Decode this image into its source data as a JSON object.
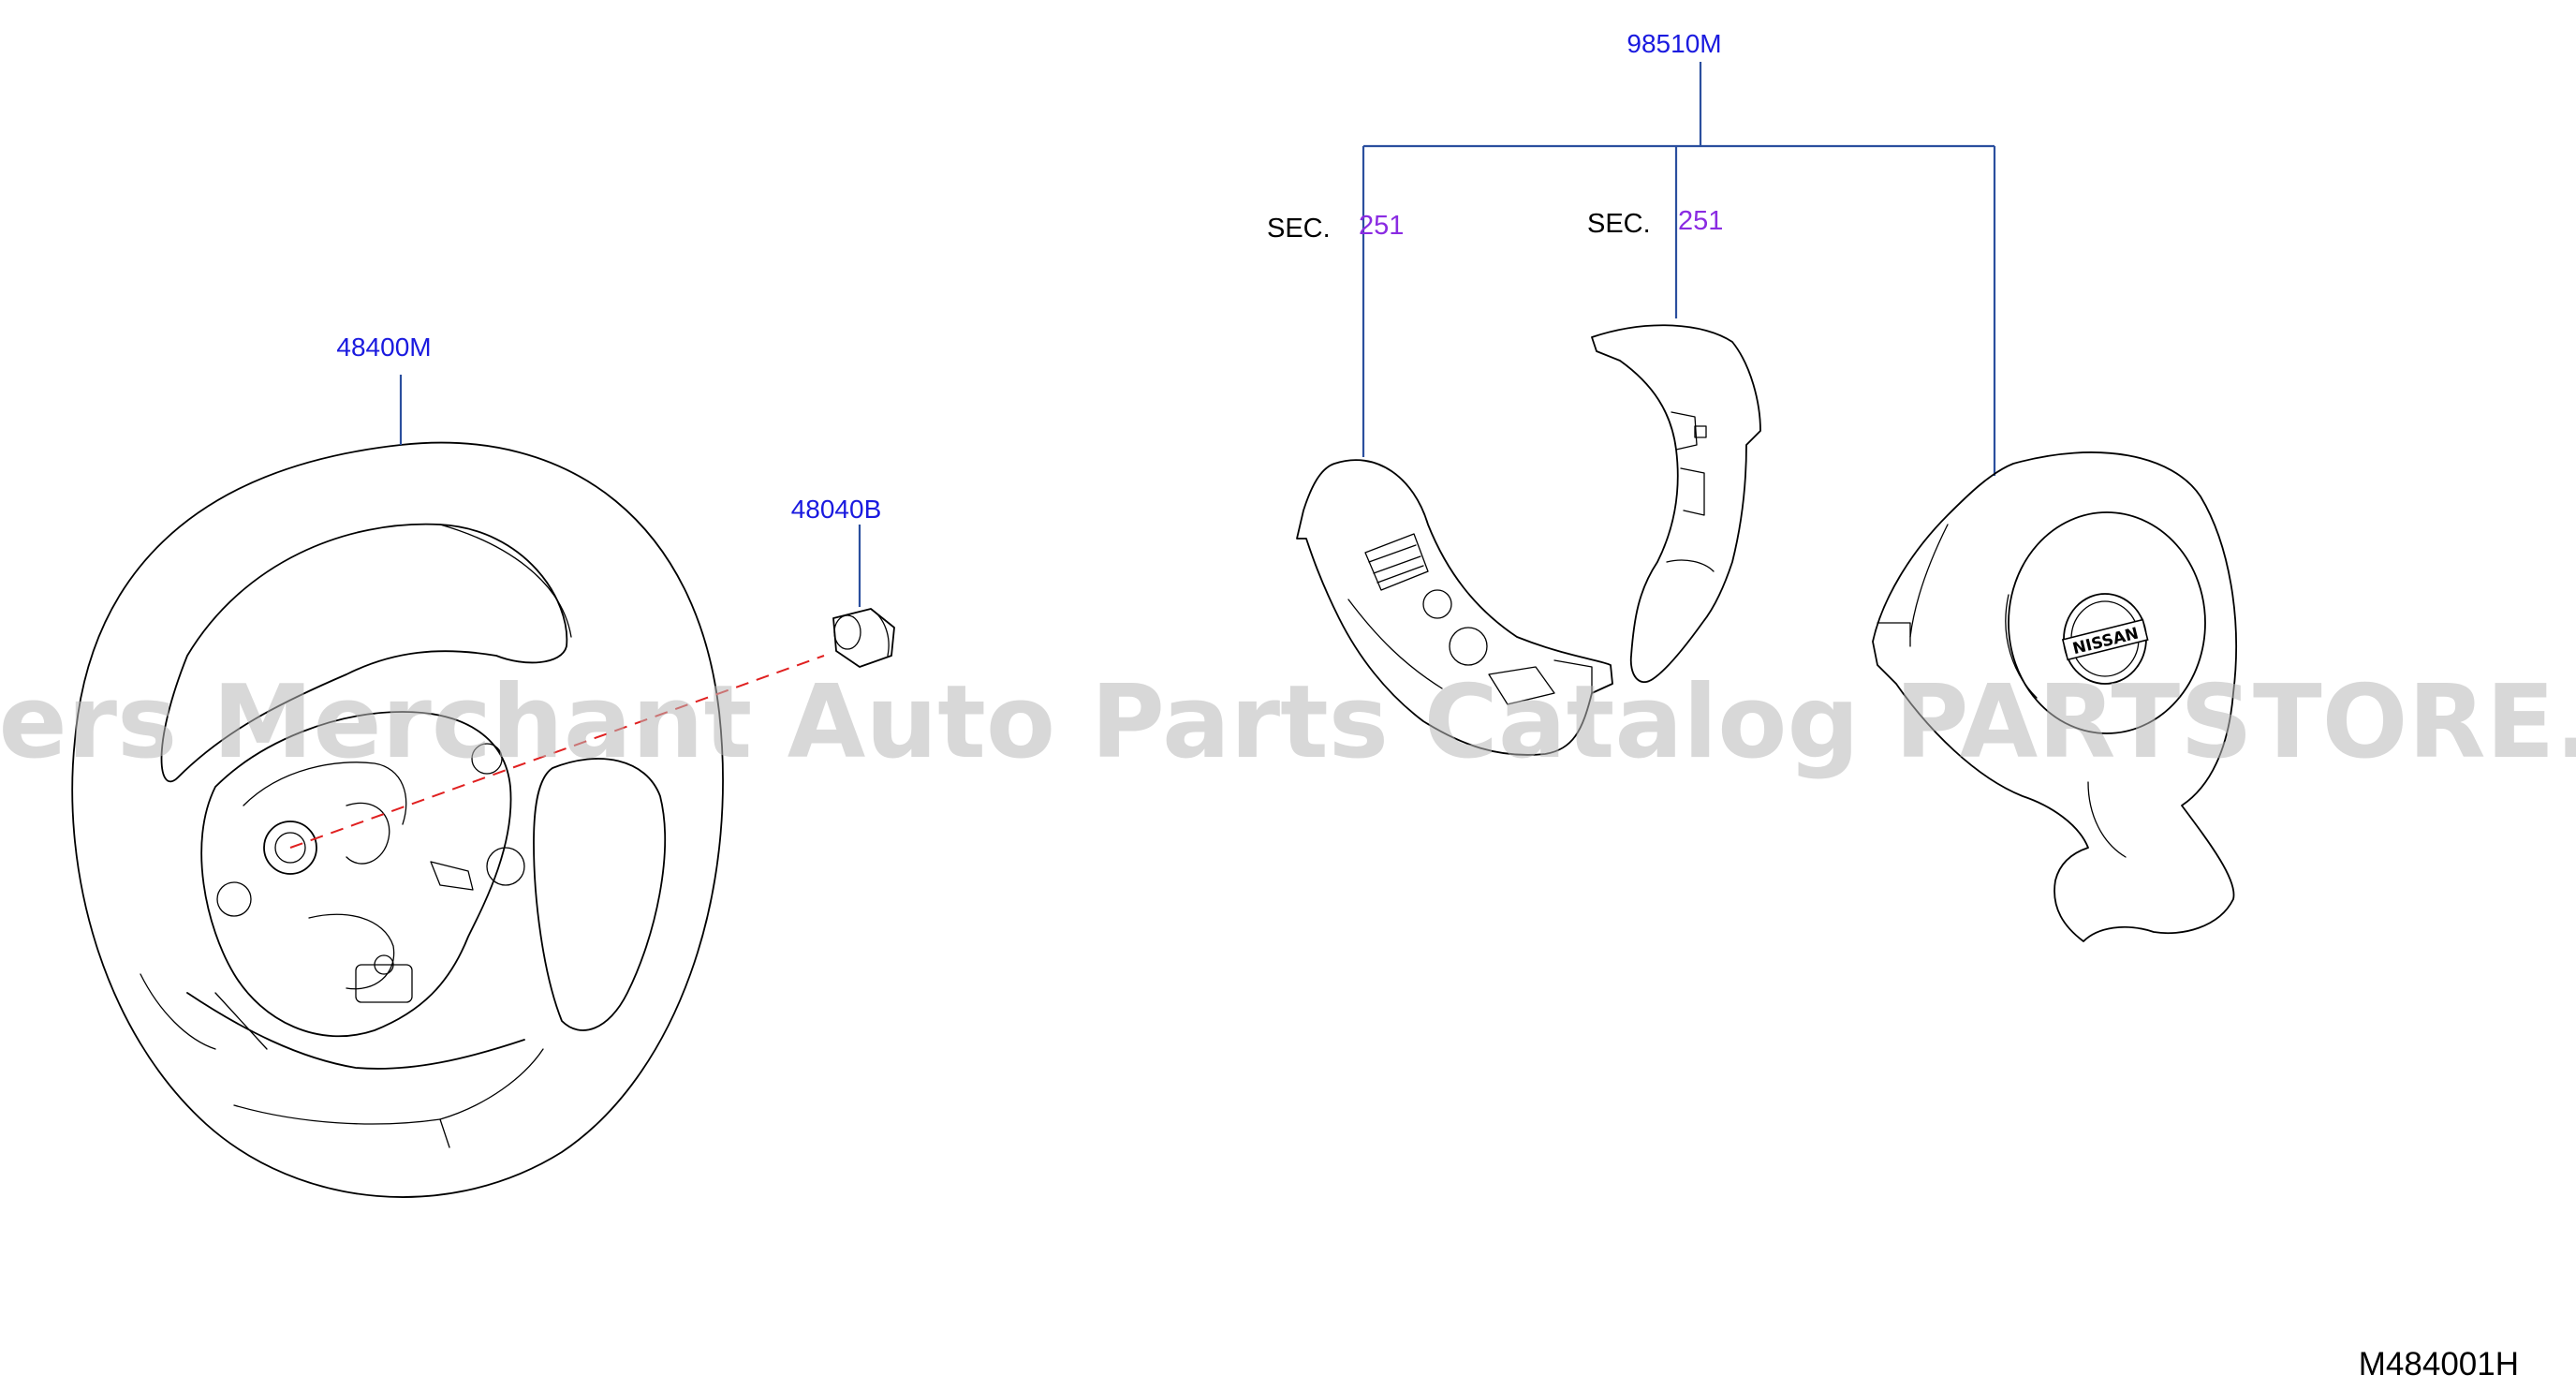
{
  "parts": {
    "steering_wheel": {
      "code": "48400M"
    },
    "nut": {
      "code": "48040B"
    },
    "airbag_module": {
      "code": "98510M"
    }
  },
  "section_refs": [
    {
      "prefix": "SEC.",
      "number": "251"
    },
    {
      "prefix": "SEC.",
      "number": "251"
    }
  ],
  "logo": {
    "text": "NISSAN"
  },
  "diagram_code": "M484001H",
  "watermark": "Offers Merchant Auto Parts Catalog PARTSTORE.SA",
  "colors": {
    "part_label": "#1a1adf",
    "section_number": "#8a2be2",
    "leader_line": "#2b4f9e",
    "axis_line": "#e02020",
    "watermark": "#b8b8b8"
  }
}
